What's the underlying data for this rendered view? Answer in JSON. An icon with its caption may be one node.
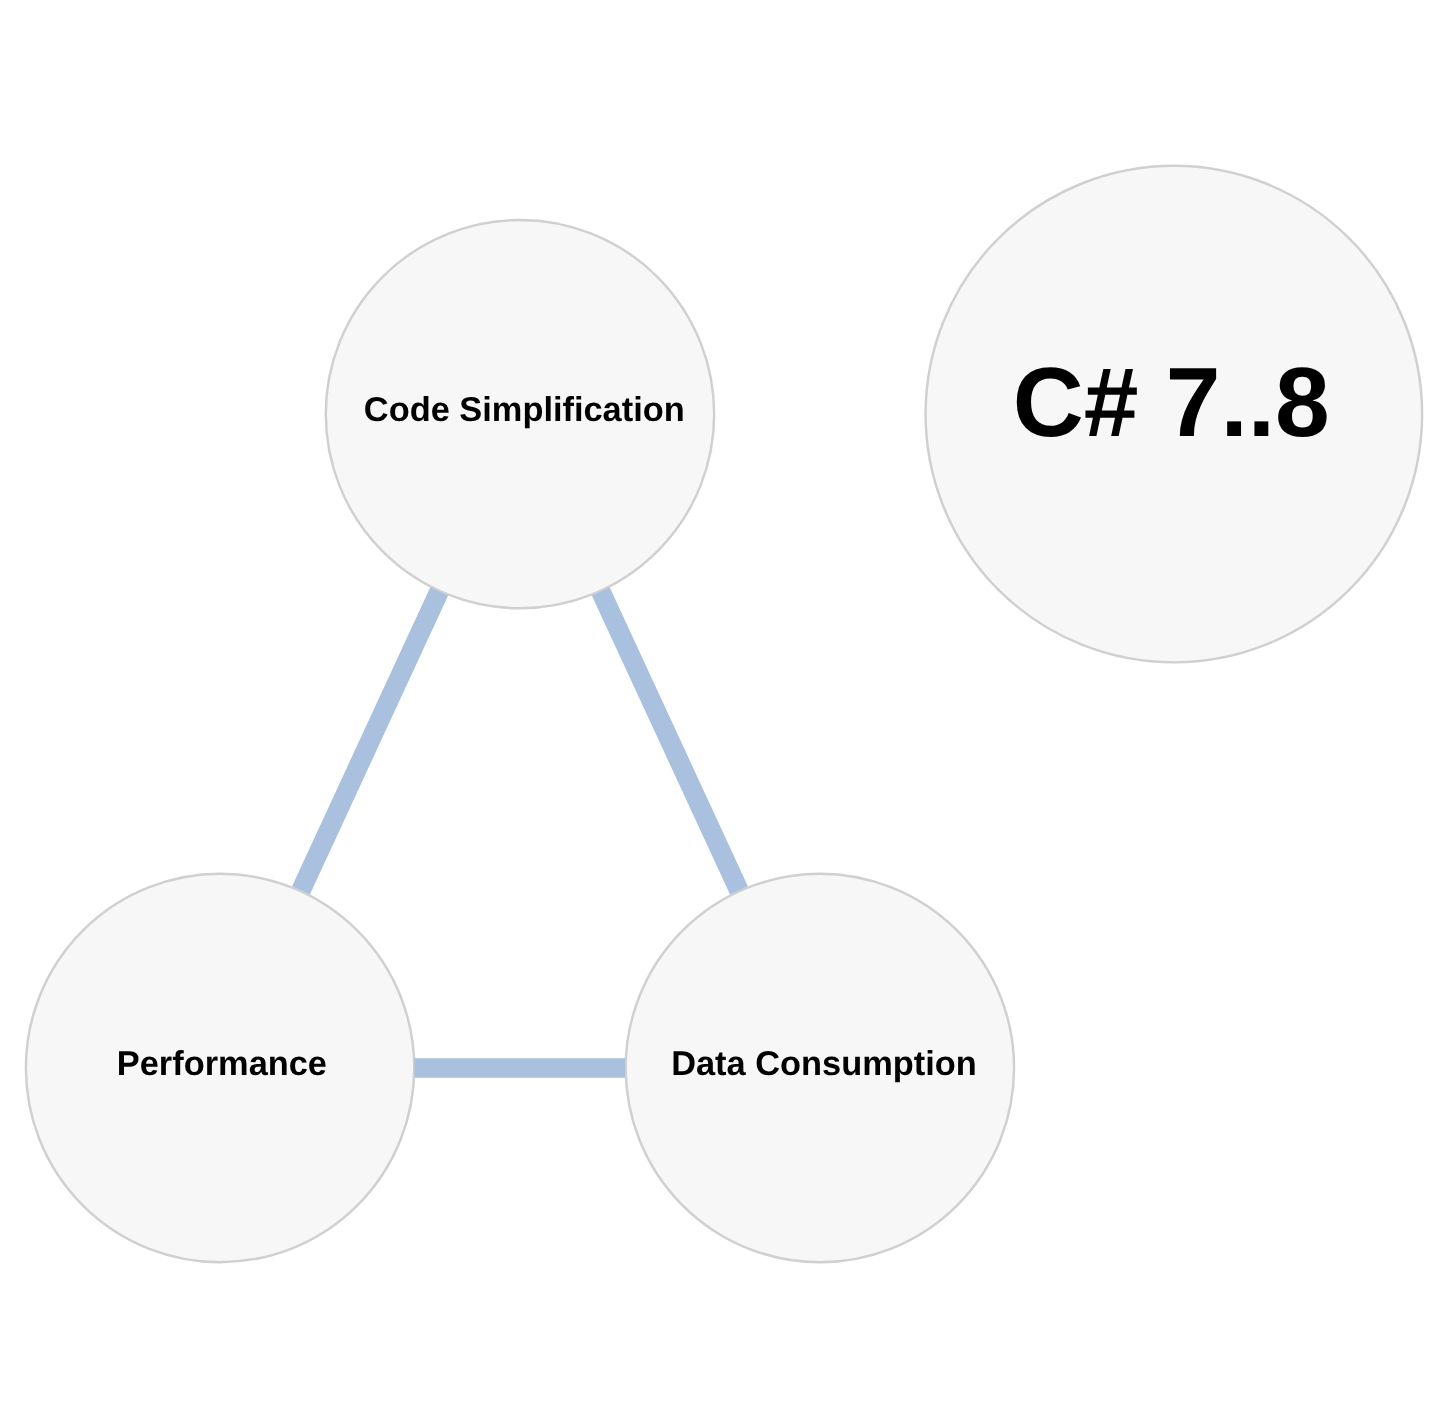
{
  "diagram": {
    "nodes": [
      {
        "text": [
          "C# 7..8"
        ]
      },
      {
        "text": [
          "Code Simplification"
        ]
      },
      {
        "text": [
          "Performance"
        ]
      },
      {
        "text": [
          "Data Consumption"
        ]
      }
    ],
    "edges": [
      {
        "from": 1,
        "to": 2,
        "arrow": "none"
      },
      {
        "from": 2,
        "to": 3,
        "arrow": "none"
      },
      {
        "from": 3,
        "to": 1,
        "arrow": "none"
      }
    ]
  }
}
